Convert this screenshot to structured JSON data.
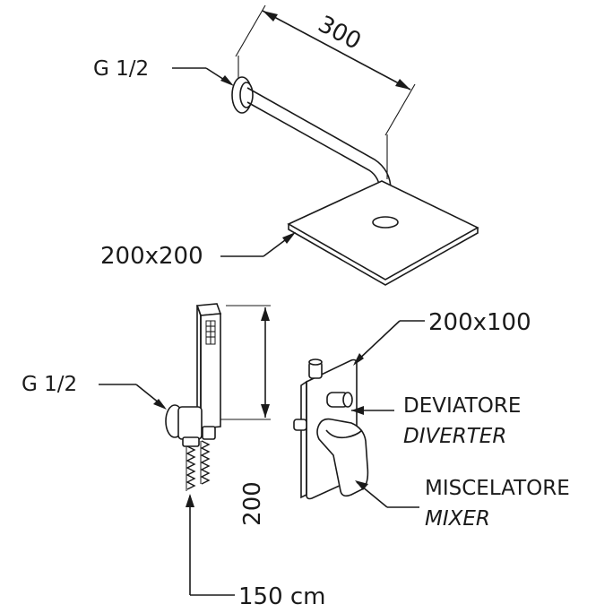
{
  "labels": {
    "arm_length": "300",
    "arm_thread": "G 1/2",
    "head_size": "200x200",
    "plate_size": "200x100",
    "handset_thread": "G 1/2",
    "handset_height": "200",
    "hose_length": "150 cm",
    "diverter_it": "DEVIATORE",
    "diverter_en": "DIVERTER",
    "mixer_it": "MISCELATORE",
    "mixer_en": "MIXER"
  }
}
